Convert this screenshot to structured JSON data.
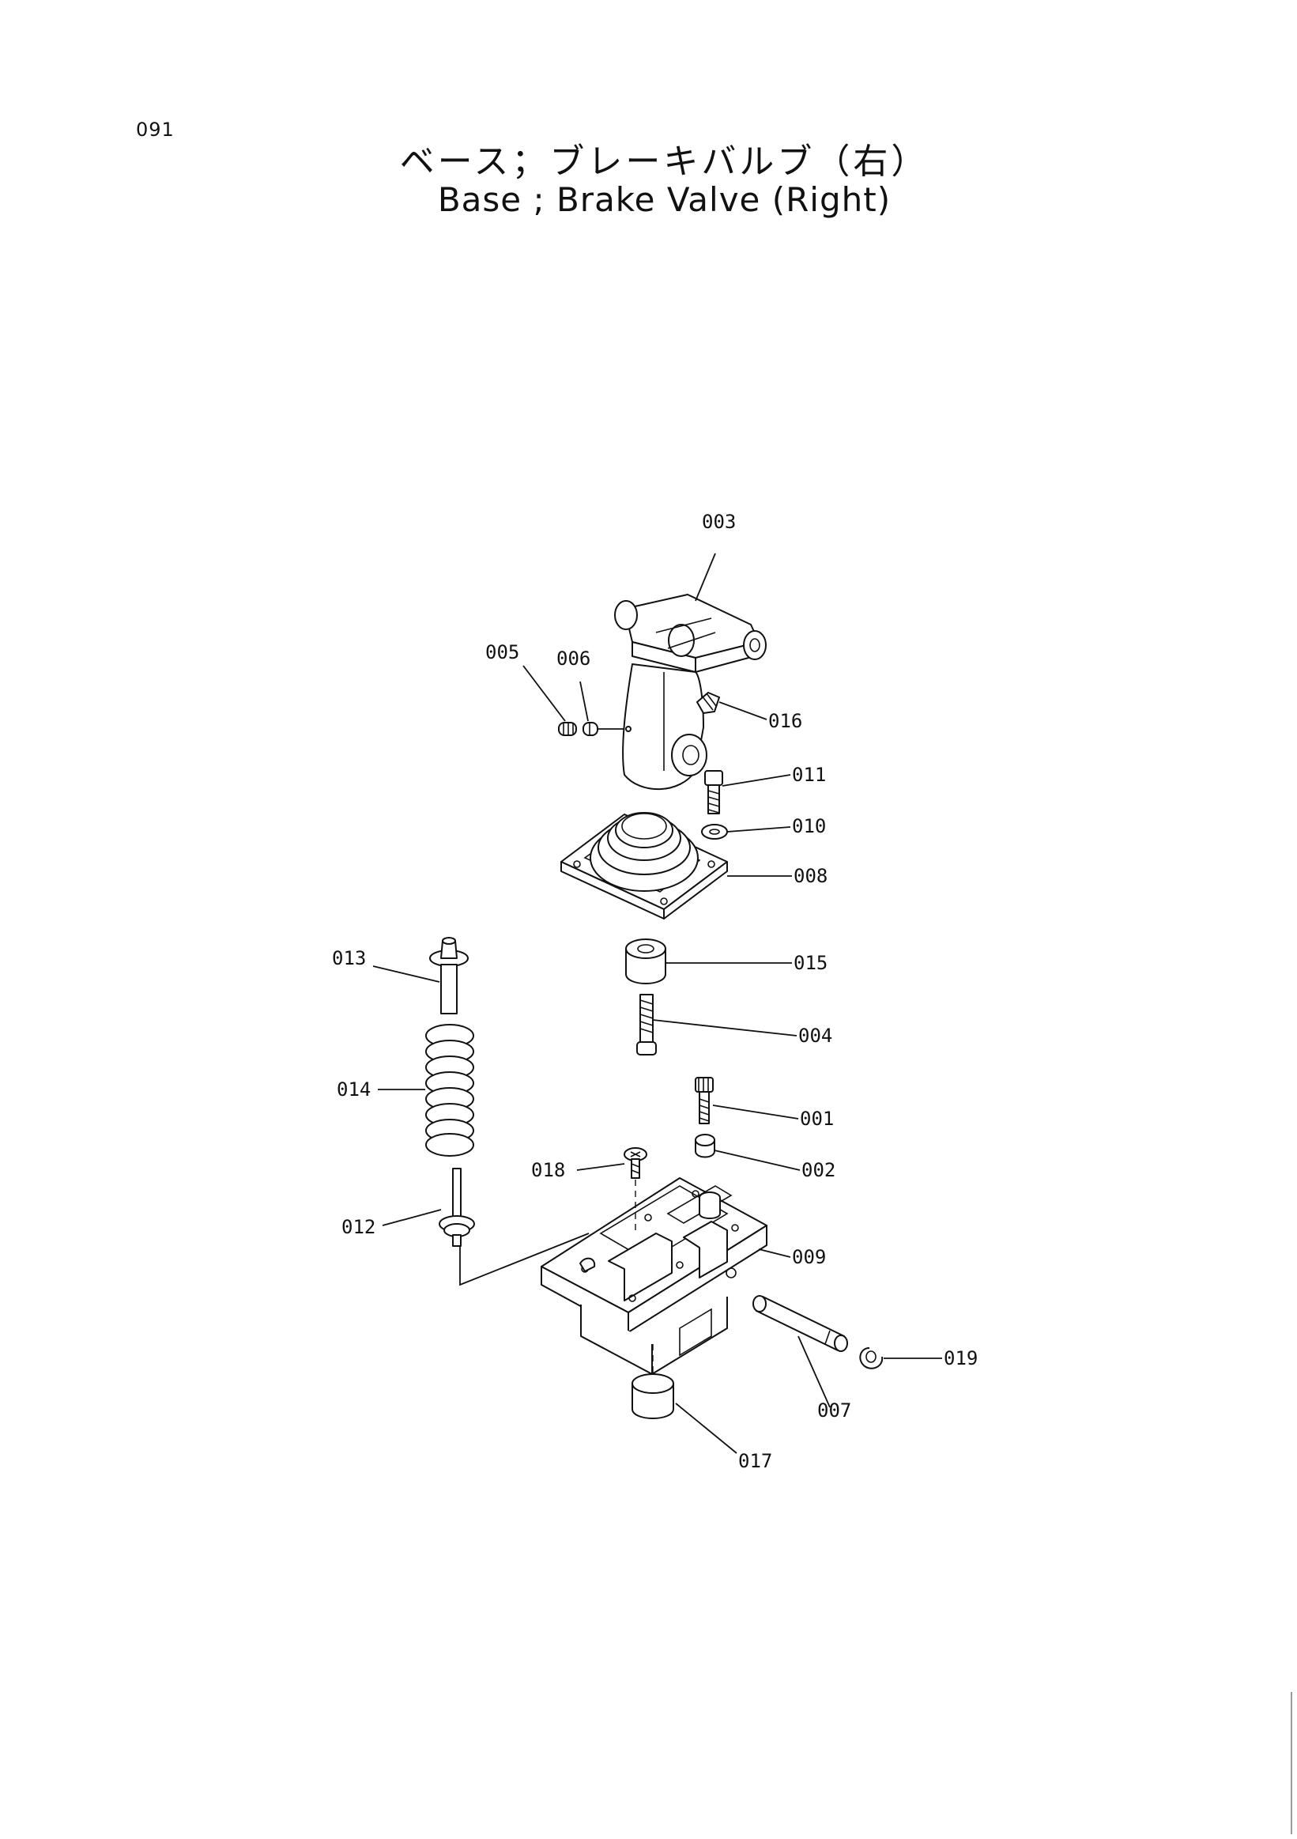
{
  "page": {
    "number": "091"
  },
  "title": {
    "japanese": "ベース；ブレーキバルブ（右）",
    "english": "Base ; Brake  Valve  (Right)"
  },
  "callouts": {
    "p001": "001",
    "p002": "002",
    "p003": "003",
    "p004": "004",
    "p005": "005",
    "p006": "006",
    "p007": "007",
    "p008": "008",
    "p009": "009",
    "p010": "010",
    "p011": "011",
    "p012": "012",
    "p013": "013",
    "p014": "014",
    "p015": "015",
    "p016": "016",
    "p017": "017",
    "p018": "018",
    "p019": "019"
  },
  "colors": {
    "line": "#111111",
    "background": "#ffffff"
  }
}
